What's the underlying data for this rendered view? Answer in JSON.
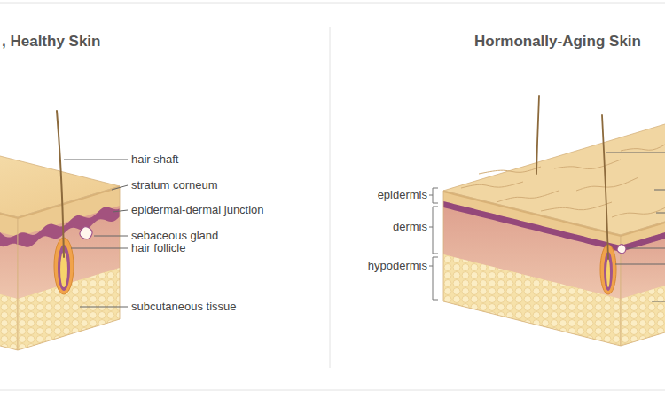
{
  "diagram": {
    "labels": [
      ", Healthy Skin",
      "Hormonally-Aging Skin",
      "hair shaft",
      "stratum corneum",
      "epidermal-dermal junction",
      "sebaceous gland",
      "hair follicle",
      "subcutaneous tissue",
      "epidermis",
      "dermis",
      "hypodermis"
    ]
  }
}
